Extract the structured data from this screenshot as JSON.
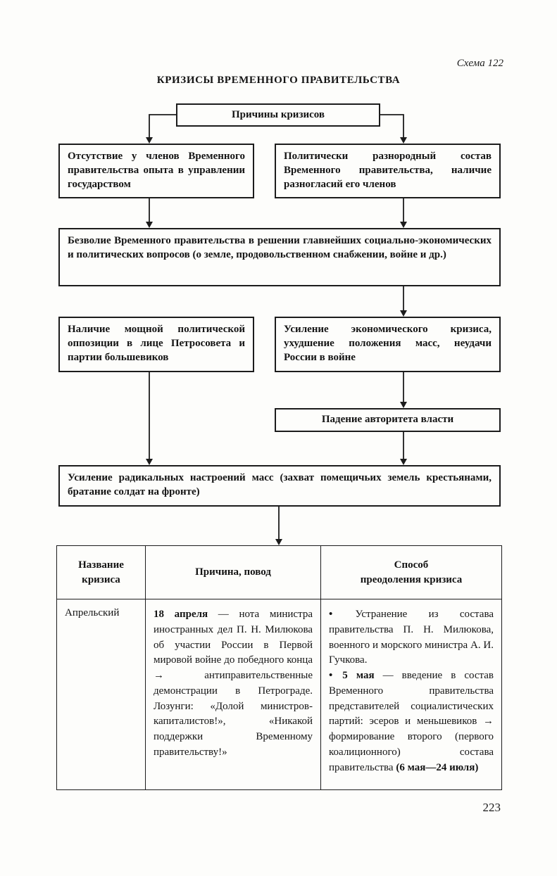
{
  "page": {
    "schema_label": "Схема 122",
    "title": "КРИЗИСЫ ВРЕМЕННОГО ПРАВИТЕЛЬСТВА",
    "page_number": "223"
  },
  "diagram": {
    "causes_header": "Причины кризисов",
    "cause_left": "Отсутствие у членов Временного правительства опыта в управлении государством",
    "cause_right": "Политически разнородный состав Временного правительства, наличие разногласий его членов",
    "weak_will": "Безволие Временного правительства в решении главнейших социально-экономических и политических вопросов (о земле, продовольственном снабжении, войне и др.)",
    "opposition": "Наличие мощной политической оппозиции в лице Петросовета и партии большевиков",
    "economic_crisis": "Усиление экономического кризиса, ухудшение положения масс, неудачи России в войне",
    "authority_decline": "Падение авторитета власти",
    "radical_moods": "Усиление радикальных настроений масс (захват помещичьих земель крестьянами, братание солдат на фронте)"
  },
  "table": {
    "headers": [
      [
        "Название",
        "кризиса"
      ],
      [
        "Причина, повод"
      ],
      [
        "Способ",
        "преодоления кризиса"
      ]
    ],
    "rows": [
      {
        "name": "Апрельский",
        "cause": {
          "date_bold": "18 апреля",
          "text": " — нота министра иностранных дел П. Н. Милюкова об участии России в Первой мировой войне до победного конца → антиправительственные демонстрации в Петрограде. Лозунги: «Долой министров-капиталистов!», «Никакой поддержки Временному правительству!»"
        },
        "solutions": [
          {
            "bullet": "•",
            "text": " Устранение из состава правительства П. Н. Милюкова, военного и морского министра А. И. Гучкова."
          },
          {
            "bullet": "•",
            "date_bold": " 5 мая",
            "text": " — введение в состав Временного правительства представителей социалистических партий: эсеров и меньшевиков → формирование второго (первого коалиционного) состава правительства ",
            "tail_bold": "(6 мая—24 июля)"
          }
        ]
      }
    ]
  }
}
